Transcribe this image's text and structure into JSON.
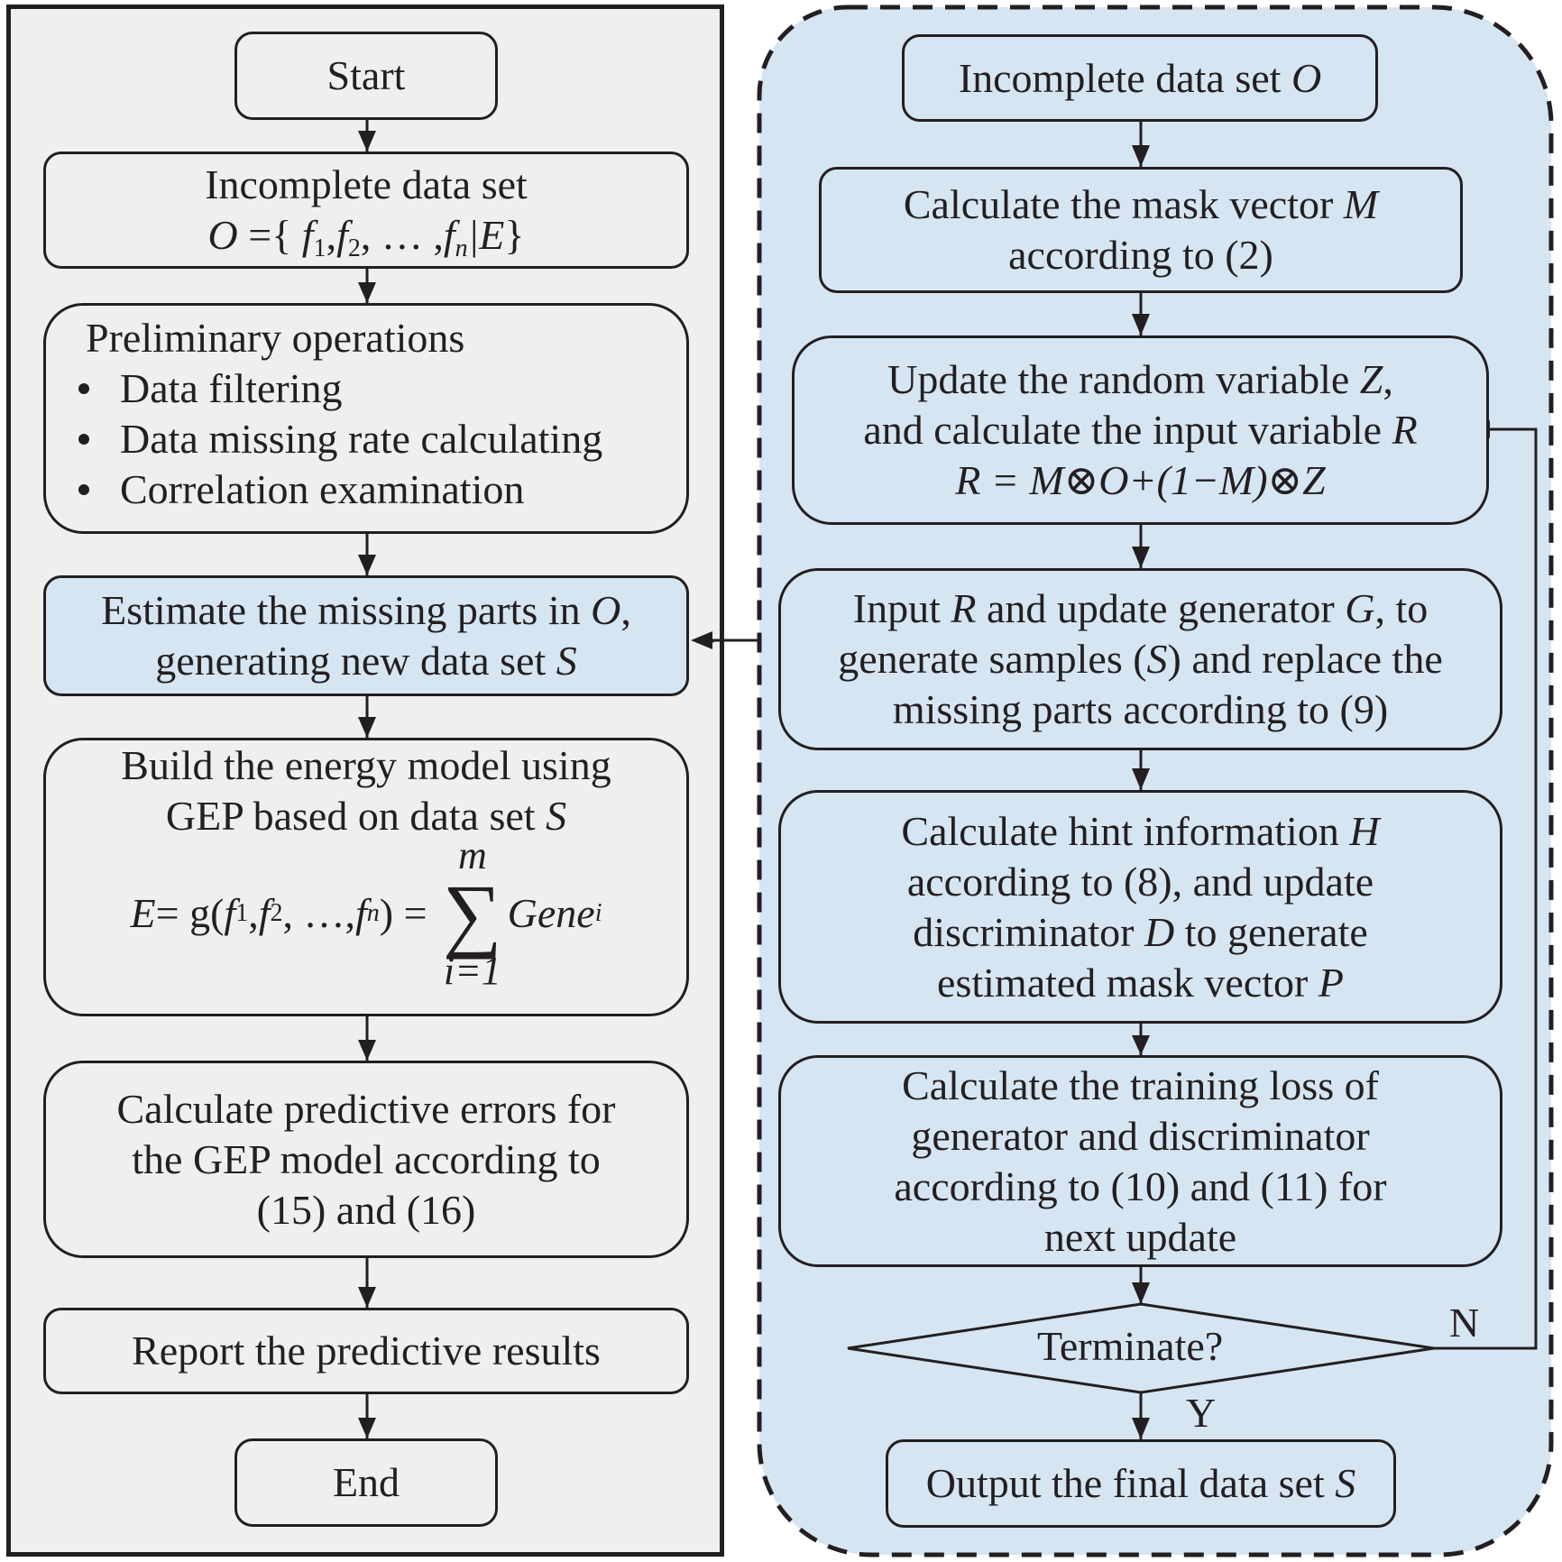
{
  "left_flow": {
    "start": "Start",
    "incomplete_title": "Incomplete data set",
    "incomplete_formula": {
      "lhs": "O",
      "eq": " ={",
      "f": "f",
      "s1": "1",
      "s2": "2",
      "sn": "n",
      "sep1": ",",
      "sep2": ", … ,",
      "bar_e": "|E",
      "close": "}"
    },
    "preliminary": {
      "title": "Preliminary operations",
      "items": [
        "Data filtering",
        "Data missing rate calculating",
        "Correlation examination"
      ]
    },
    "estimate": {
      "line1_text": "Estimate the missing parts in ",
      "line1_var": "O",
      "line1_end": ",",
      "line2_text": "generating new data set ",
      "line2_var": "S"
    },
    "build_model": {
      "line1": "Build the energy model using",
      "line2_text": "GEP based on data set ",
      "line2_var": "S",
      "formula": {
        "E": "E",
        "eq1": " = g(",
        "f": "f",
        "s1": "1",
        "s2": "2",
        "sn": "n",
        "sep1": ",",
        "sep2": ", …,",
        "close": ")",
        "eq2": " = ",
        "sum_top": "m",
        "sum_symbol": "∑",
        "sum_bottom": "i=1",
        "gene": "Gene",
        "gene_sub": "i"
      }
    },
    "predictive_errors": [
      "Calculate predictive errors for",
      "the GEP model according to",
      "(15) and (16)"
    ],
    "report": "Report the predictive results",
    "end": "End"
  },
  "right_flow": {
    "incomplete": {
      "text": "Incomplete data set ",
      "var": "O"
    },
    "mask": {
      "line1_text": "Calculate the mask vector ",
      "line1_var": "M",
      "line2": "according to (2)"
    },
    "update_random": {
      "line1_text": "Update the random variable ",
      "line1_var": "Z",
      "line1_end": ",",
      "line2_text": "and calculate the input variable ",
      "line2_var": "R",
      "formula": "R = M⊗O+(1−M)⊗Z"
    },
    "generator": {
      "line1": [
        "Input ",
        "R",
        " and update generator ",
        "G",
        ", to"
      ],
      "line2": [
        "generate samples (",
        "S",
        ") and replace the"
      ],
      "line3": "missing parts according to (9)"
    },
    "hint": {
      "line1_text": "Calculate hint information ",
      "line1_var": "H",
      "line2": "according to (8), and update",
      "line3": [
        "discriminator ",
        "D",
        " to generate"
      ],
      "line4_text": "estimated mask vector ",
      "line4_var": "P"
    },
    "loss": [
      "Calculate the training loss of",
      "generator and discriminator",
      "according to (10) and (11) for",
      "next update"
    ],
    "decision": "Terminate?",
    "decision_no": "N",
    "decision_yes": "Y",
    "output": {
      "text": "Output the final data set ",
      "var": "S"
    }
  },
  "colors": {
    "left_bg": "#efefef",
    "right_bg": "#d6e5f2",
    "stroke": "#231f20"
  }
}
